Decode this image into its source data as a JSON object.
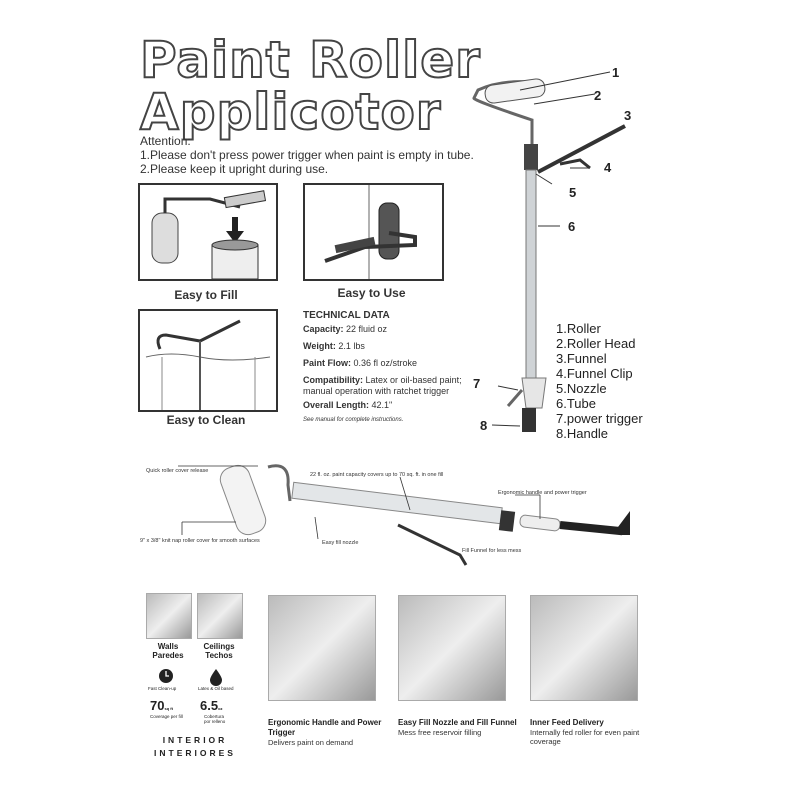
{
  "title": {
    "line1": "Paint Roller",
    "line2": "Applicotor"
  },
  "attention": {
    "heading": "Attention:",
    "lines": [
      "1.Please don't press power trigger when paint is empty in tube.",
      "2.Please keep it upright during use."
    ]
  },
  "panels": {
    "fill": "Easy to Fill",
    "use": "Easy to Use",
    "clean": "Easy to Clean"
  },
  "technical": {
    "heading": "TECHNICAL DATA",
    "rows": [
      {
        "label": "Capacity:",
        "value": "22 fluid oz"
      },
      {
        "label": "Weight:",
        "value": "2.1 lbs"
      },
      {
        "label": "Paint Flow:",
        "value": "0.36 fl oz/stroke"
      },
      {
        "label": "Compatibility:",
        "value": "Latex or oil-based paint;"
      },
      {
        "label": "",
        "value": "manual operation with ratchet trigger"
      },
      {
        "label": "Overall Length:",
        "value": "42.1\""
      }
    ],
    "note": "See manual for complete instructions."
  },
  "callouts": [
    "1",
    "2",
    "3",
    "4",
    "5",
    "6",
    "7",
    "8"
  ],
  "parts": [
    "1.Roller",
    "2.Roller Head",
    "3.Funnel",
    "4.Funnel Clip",
    "5.Nozzle",
    "6.Tube",
    "7.power trigger",
    "8.Handle"
  ],
  "diagram_labels": {
    "quick": "Quick roller cover release",
    "capacity": "22 fl. oz. paint capacity covers up to 70 sq. ft. in one fill",
    "ergonomic": "Ergonomic handle and power trigger",
    "cover": "9\" x 3/8\" knit nap roller cover for smooth surfaces",
    "nozzle": "Easy fill nozzle",
    "funnel": "Fill Funnel for less mess"
  },
  "uses": {
    "walls": "Walls",
    "walls_es": "Paredes",
    "ceilings": "Ceilings",
    "ceilings_es": "Techos"
  },
  "icons": {
    "fast": "Fast Clean-up",
    "latex": "Latex & Oil based"
  },
  "stats": {
    "coverage": "70",
    "coverage_unit": "sq ft",
    "coverage_label": "Coverage per fill",
    "coverage_es": "",
    "fill": "6.5",
    "fill_unit": "oz",
    "fill_label": "Cobertura",
    "fill_es": "por relleno"
  },
  "interior": {
    "en": "INTERIOR",
    "es": "INTERIORES"
  },
  "features": [
    {
      "title": "Ergonomic Handle and Power Trigger",
      "desc": "Delivers paint on demand"
    },
    {
      "title": "Easy Fill Nozzle and Fill Funnel",
      "desc": "Mess free reservoir filling"
    },
    {
      "title": "Inner Feed Delivery",
      "desc": "Internally fed roller for even paint coverage"
    }
  ]
}
